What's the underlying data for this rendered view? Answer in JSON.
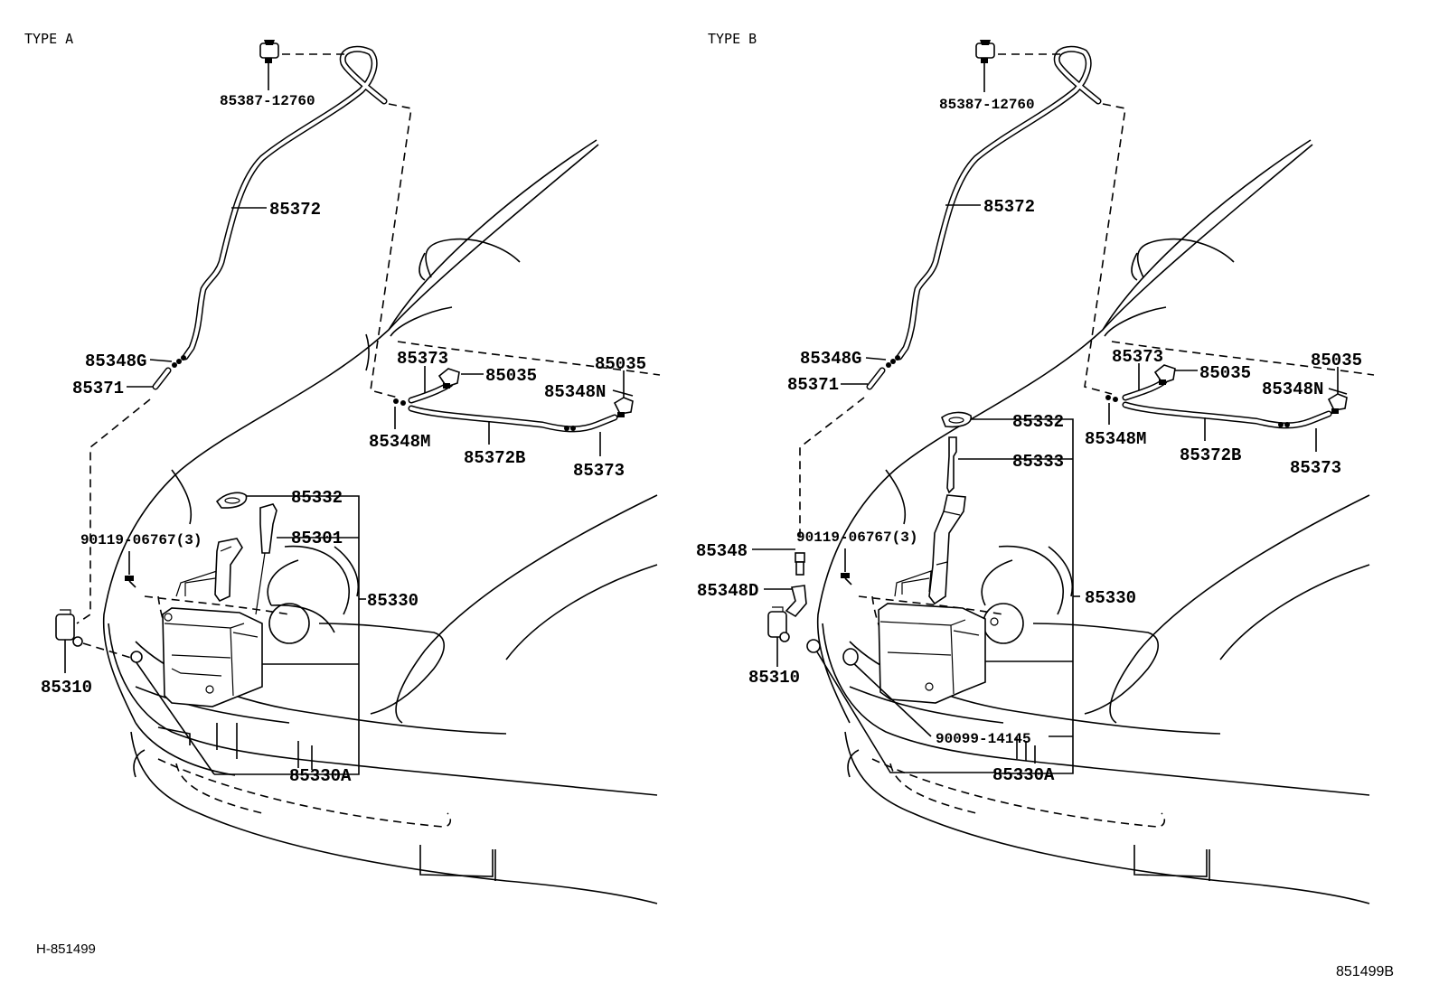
{
  "panels": {
    "a": {
      "type_label": "TYPE A",
      "labels": {
        "clip": "85387-12760",
        "hose_main": "85372",
        "joint_g": "85348G",
        "hose_short": "85371",
        "hose_b": "85373",
        "nozzle_left": "85035",
        "nozzle_right": "85035",
        "joint_n": "85348N",
        "joint_m": "85348M",
        "hose_372b": "85372B",
        "hose_b2": "85373",
        "cap_gasket": "85332",
        "inlet": "85301",
        "screw": "90119-06767(3)",
        "assy": "85330",
        "pump": "85310",
        "jar": "85330A"
      }
    },
    "b": {
      "type_label": "TYPE B",
      "labels": {
        "clip": "85387-12760",
        "hose_main": "85372",
        "joint_g": "85348G",
        "hose_short": "85371",
        "hose_b": "85373",
        "nozzle_left": "85035",
        "nozzle_right": "85035",
        "joint_n": "85348N",
        "joint_m": "85348M",
        "hose_372b": "85372B",
        "hose_b2": "85373",
        "cap_gasket": "85332",
        "inlet": "85333",
        "screw": "90119-06767(3)",
        "assy": "85330",
        "joint": "85348",
        "joint_d": "85348D",
        "pump": "85310",
        "grommet": "90099-14145",
        "jar": "85330A"
      }
    }
  },
  "codes": {
    "left": "H-851499",
    "right": "851499B"
  },
  "icons": [
    "hose-clip-icon",
    "washer-nozzle-icon",
    "washer-pump-icon",
    "washer-jar-icon",
    "grommet-icon",
    "gasket-icon",
    "filler-neck-icon",
    "screw-icon",
    "hose-joint-icon",
    "car-front-outline"
  ]
}
